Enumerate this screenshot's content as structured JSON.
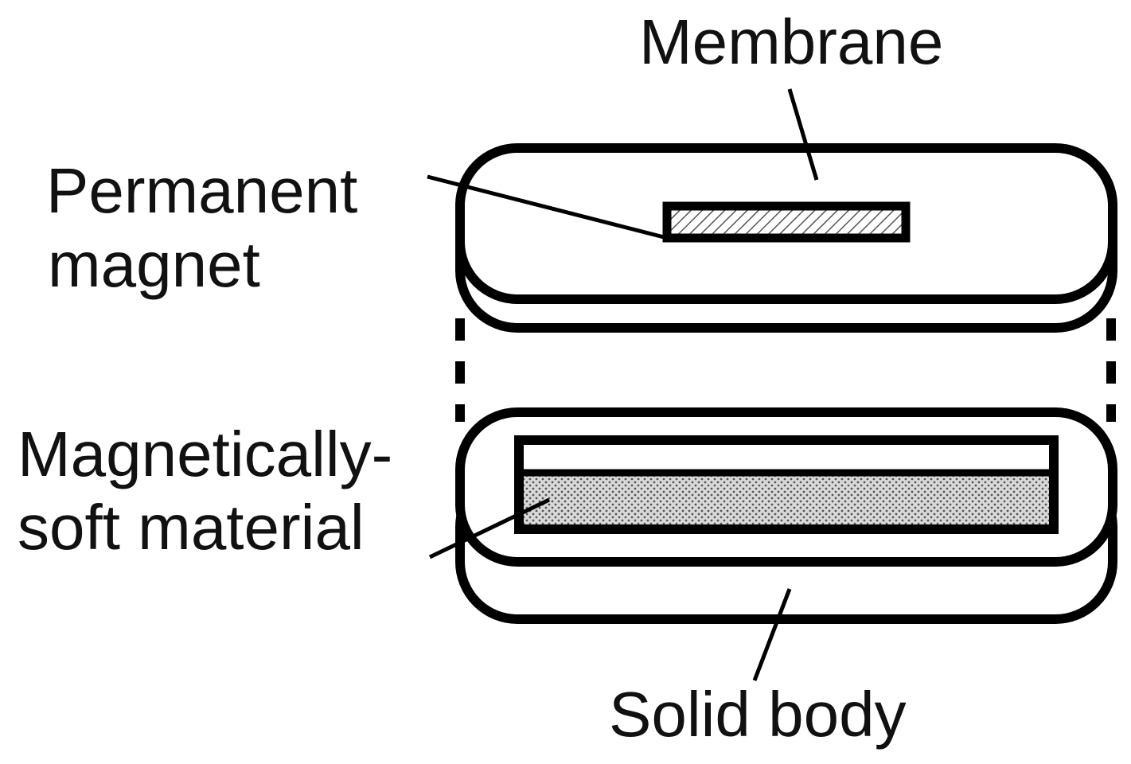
{
  "labels": {
    "membrane": "Membrane",
    "permanent_magnet_line1": "Permanent",
    "permanent_magnet_line2": "magnet",
    "soft_material_line1": "Magnetically-",
    "soft_material_line2": "soft material",
    "solid_body": "Solid body"
  },
  "colors": {
    "stroke": "#000000",
    "text": "#111111",
    "hatch_fill": "#ffffff",
    "dot_fill": "#cfcfcf"
  }
}
